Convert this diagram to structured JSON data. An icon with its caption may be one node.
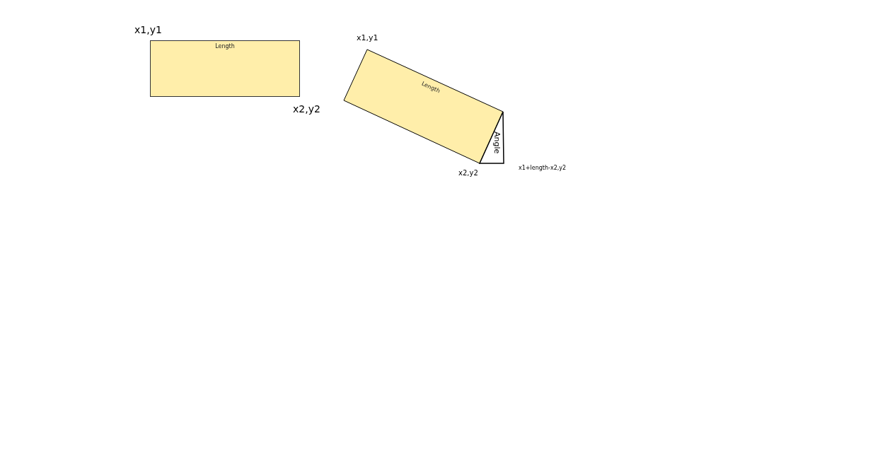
{
  "diagram": {
    "nodes": [
      {
        "text": [
          "Length"
        ]
      },
      {
        "text": [
          "Length"
        ]
      },
      {
        "text": [
          "Angle"
        ],
        "in": 1
      }
    ],
    "labels": [
      "x1,y1",
      "x2,y2",
      "x1,y1",
      "x2,y2",
      "x1+length-x2,y2"
    ]
  }
}
